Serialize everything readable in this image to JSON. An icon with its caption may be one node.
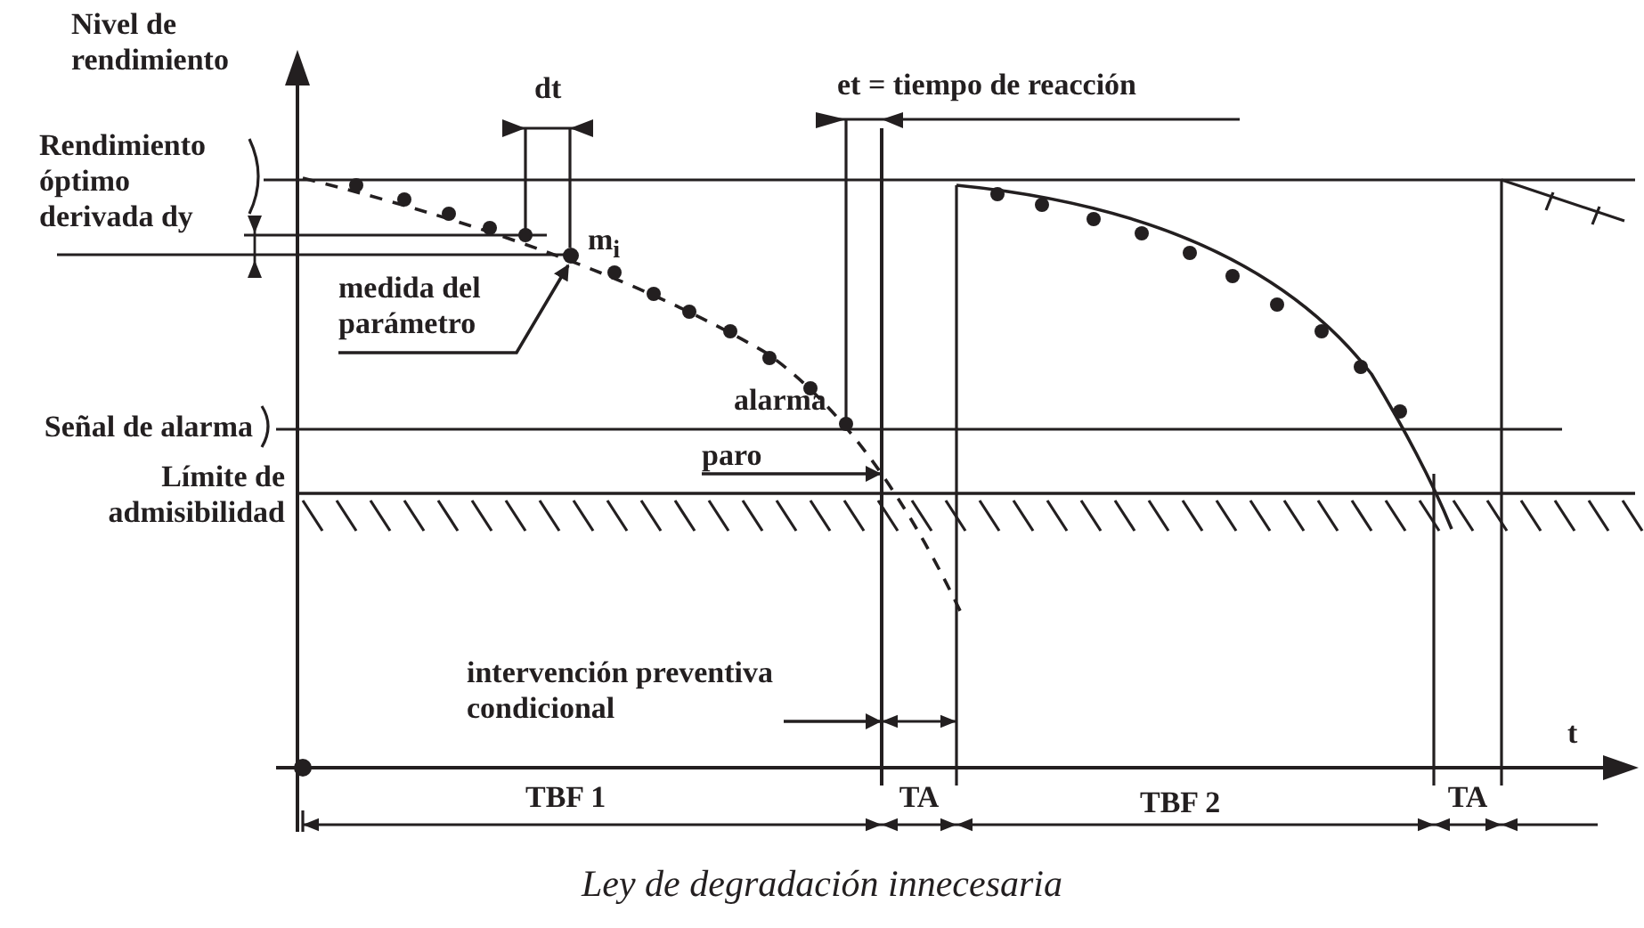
{
  "diagram": {
    "caption": "Ley de degradación innecesaria",
    "nodes": [
      {
        "text": [
          "medida del parámetro"
        ]
      },
      {
        "text": [],
        "shape": "circle",
        "beside": [
          "m$_{i}$"
        ]
      },
      {
        "text": [
          "paro"
        ]
      },
      {
        "text": [
          "intervención preventiva condicional"
        ]
      },
      {
        "text": [],
        "shape": "bar"
      }
    ],
    "edges": [
      {
        "from": 0,
        "to": 1,
        "arrow": "to"
      },
      {
        "from": 2,
        "to": 4,
        "arrow": "to"
      },
      {
        "from": 3,
        "to": 4,
        "arrow": "to"
      }
    ],
    "labels": [
      "Nivel de rendimiento",
      "dt",
      "et = tiempo de reacción",
      "Rendimiento óptimo",
      "derivada dy",
      "alarma",
      "Señal de alarma",
      "Límite de admisibilidad",
      "t",
      "TBF 1",
      "TA",
      "TBF 2",
      "TA"
    ]
  }
}
